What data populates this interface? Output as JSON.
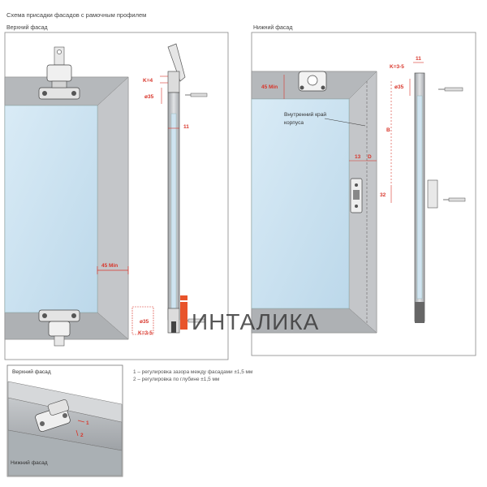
{
  "title": "Схема присадки фасадов с рамочным профилем",
  "panels": {
    "top_label": "Верхний фасад",
    "bottom_label": "Нижний фасад"
  },
  "dims_top": {
    "k4": "K=4",
    "d35_a": "ø35",
    "w11": "11",
    "min45": "45 Min",
    "d35_b": "ø35",
    "k35": "K=3-5"
  },
  "dims_bottom": {
    "min45": "45 Min",
    "k35": "K=3-5",
    "w11": "11",
    "d35": "ø35",
    "b": "B",
    "w13": "13",
    "d": "D",
    "h32": "32",
    "inner_edge_1": "Внутренний край",
    "inner_edge_2": "корпуса"
  },
  "legend": {
    "line1": "1 – регулировка зазора между фасадами ±1,5 мм",
    "line2": "2 – регулировка по глубине ±1,5 мм"
  },
  "inset": {
    "top_label": "Верхний фасад",
    "bottom_label": "Нижний фасад",
    "marker1": "1",
    "marker2": "2"
  },
  "watermark": "ИНТАЛИКА",
  "colors": {
    "frame": "#b8babd",
    "glass": "#cfe3f0",
    "dimension": "#d8352a",
    "border": "#777777",
    "watermark": "#3a3a3a",
    "watermark_accent": "#e8542b"
  }
}
